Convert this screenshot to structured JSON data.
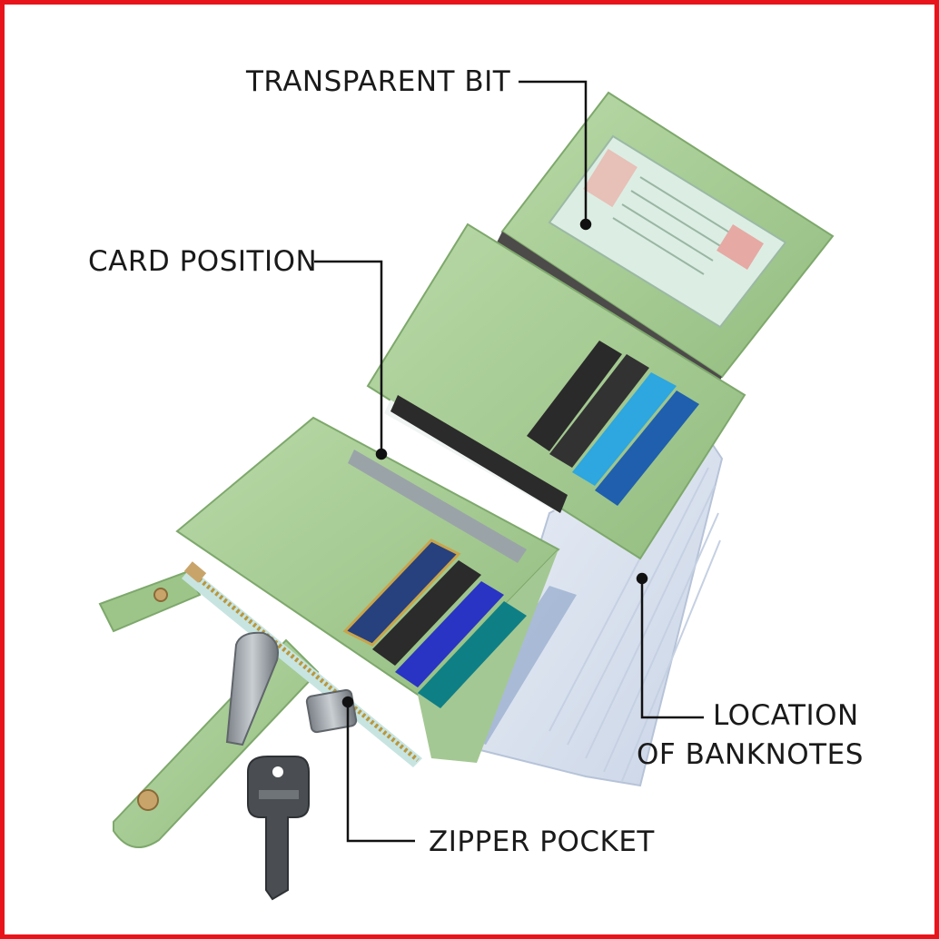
{
  "callouts": {
    "transparent_bit": "TRANSPARENT BIT",
    "card_position": "CARD POSITION",
    "location_of_banknotes_line1": "LOCATION",
    "location_of_banknotes_line2": "OF BANKNOTES",
    "zipper_pocket": "ZIPPER POCKET"
  },
  "colors": {
    "border": "#e8141b",
    "wallet_green": "#a9cc98",
    "wallet_green_dark": "#7ea86c",
    "line": "#111111"
  },
  "objects": [
    "wallet",
    "id-card-window",
    "card-slots",
    "banknotes",
    "zipper",
    "keys",
    "snap-strap"
  ]
}
